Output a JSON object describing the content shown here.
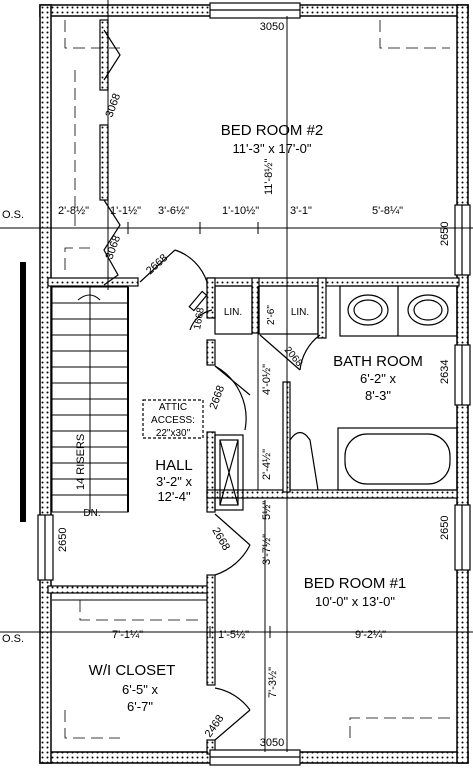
{
  "rooms": {
    "bed2": {
      "name": "BED ROOM #2",
      "size": "11'-3\" x 17'-0\""
    },
    "bath": {
      "name": "BATH ROOM",
      "w": "6'-2\" x",
      "h": "8'-3\""
    },
    "hall": {
      "name": "HALL",
      "w": "3'-2\" x",
      "h": "12'-4\""
    },
    "bed1": {
      "name": "BED ROOM #1",
      "size": "10'-0\" x 13'-0\""
    },
    "closet": {
      "name": "W/I CLOSET",
      "w": "6'-5\" x",
      "h": "6'-7\""
    }
  },
  "attic": {
    "line1": "ATTIC",
    "line2": "ACCESS:",
    "line3": "22\"x30\""
  },
  "stairs": {
    "risers": "14 RISERS",
    "dn": "DN."
  },
  "linen": {
    "lin1": "LIN.",
    "lin2": "LIN."
  },
  "labels": {
    "os_top": "O.S.",
    "os_bottom": "O.S."
  },
  "windows": {
    "top": "3050",
    "bottom": "3050",
    "right1": "2650",
    "right2": "2634",
    "right3": "2650",
    "left1": "2650"
  },
  "doors": {
    "d1": "3068",
    "d2": "3068",
    "d3": "2668",
    "d4": "1668",
    "d5": "2068",
    "d6": "2668",
    "d7": "2668",
    "d8": "2468"
  },
  "dims": {
    "a1": "2'-8½\"",
    "a2": "1'-1½\"",
    "a3": "3'-6½\"",
    "a4": "1'-10½\"",
    "a5": "3'-1\"",
    "a6": "5'-8¼\"",
    "v1": "11'-8½\"",
    "l1": "2'-6\"",
    "v2": "4'-0½\"",
    "v3": "2'-4½\"",
    "v4": "5½\"",
    "v5": "3'-7½\"",
    "b1": "7'-1¼\"",
    "b2": "1'-5½\"",
    "b3": "9'-2¼\"",
    "v6": "7'-3½\""
  }
}
